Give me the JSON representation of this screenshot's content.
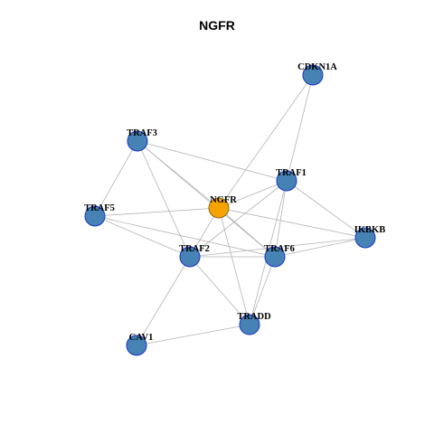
{
  "title": "NGFR",
  "colors": {
    "center_fill": "#F5A300",
    "center_stroke": "#8a6a1a",
    "node_fill": "#4682B4",
    "node_stroke": "#1a33cc",
    "edge": "#b3b3b3"
  },
  "nodes": [
    {
      "id": "NGFR",
      "label": "NGFR",
      "center": true
    },
    {
      "id": "CDKN1A",
      "label": "CDKN1A"
    },
    {
      "id": "TRAF3",
      "label": "TRAF3"
    },
    {
      "id": "TRAF1",
      "label": "TRAF1"
    },
    {
      "id": "TRAF5",
      "label": "TRAF5"
    },
    {
      "id": "IKBKB",
      "label": "IKBKB"
    },
    {
      "id": "TRAF2",
      "label": "TRAF2"
    },
    {
      "id": "TRAF6",
      "label": "TRAF6"
    },
    {
      "id": "TRADD",
      "label": "TRADD"
    },
    {
      "id": "CAV1",
      "label": "CAV1"
    }
  ],
  "edges": [
    [
      "NGFR",
      "CDKN1A"
    ],
    [
      "NGFR",
      "TRAF3"
    ],
    [
      "NGFR",
      "TRAF1"
    ],
    [
      "NGFR",
      "TRAF5"
    ],
    [
      "NGFR",
      "IKBKB"
    ],
    [
      "NGFR",
      "TRAF2"
    ],
    [
      "NGFR",
      "TRAF6"
    ],
    [
      "NGFR",
      "TRADD"
    ],
    [
      "CDKN1A",
      "TRAF1"
    ],
    [
      "TRAF3",
      "TRAF1"
    ],
    [
      "TRAF3",
      "TRAF5"
    ],
    [
      "TRAF3",
      "TRAF2"
    ],
    [
      "TRAF3",
      "TRAF6"
    ],
    [
      "TRAF1",
      "IKBKB"
    ],
    [
      "TRAF1",
      "TRAF2"
    ],
    [
      "TRAF1",
      "TRAF6"
    ],
    [
      "TRAF1",
      "TRADD"
    ],
    [
      "TRAF5",
      "TRAF2"
    ],
    [
      "TRAF5",
      "TRAF6"
    ],
    [
      "TRAF2",
      "TRAF6"
    ],
    [
      "TRAF2",
      "IKBKB"
    ],
    [
      "TRAF2",
      "TRADD"
    ],
    [
      "TRAF2",
      "CAV1"
    ],
    [
      "TRAF6",
      "IKBKB"
    ],
    [
      "TRAF6",
      "TRADD"
    ],
    [
      "TRADD",
      "CAV1"
    ]
  ]
}
